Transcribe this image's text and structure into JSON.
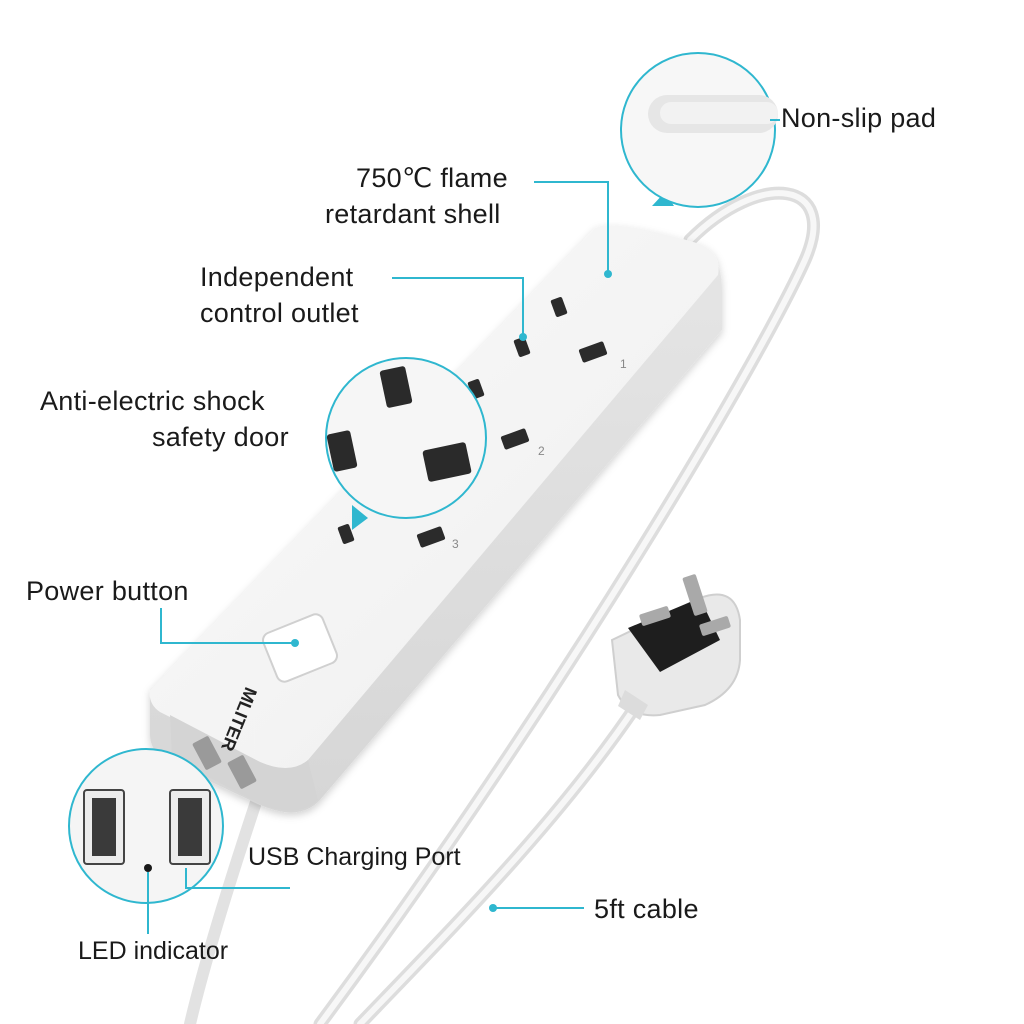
{
  "brand": "MLITER",
  "accent_color": "#2fb7cf",
  "socket_numbers": [
    "1",
    "2",
    "3"
  ],
  "callouts": {
    "non_slip_pad": "Non-slip pad",
    "flame_shell_line1": "750℃ flame",
    "flame_shell_line2": "retardant shell",
    "independent_line1": "Independent",
    "independent_line2": "control outlet",
    "shock_line1": "Anti-electric shock",
    "shock_line2": "safety door",
    "power_button": "Power button",
    "usb_port": "USB Charging  Port",
    "led_indicator": "LED indicator",
    "cable": "5ft cable"
  }
}
